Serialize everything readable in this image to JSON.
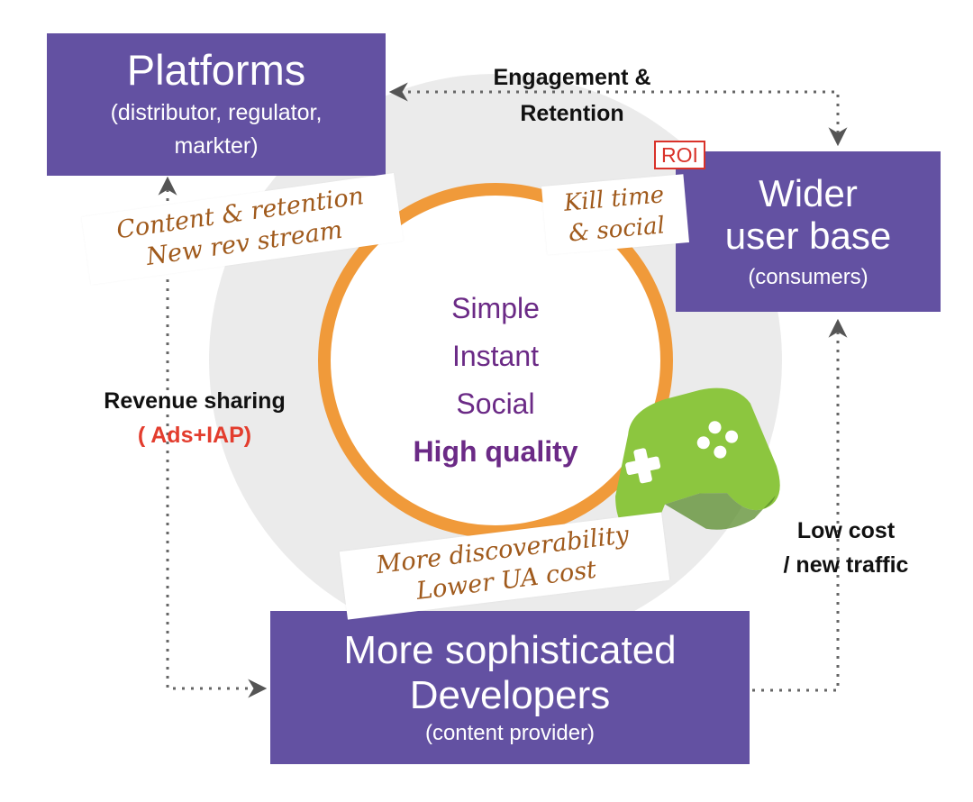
{
  "platforms": {
    "title": "Platforms",
    "subtitle_line1": "(distributor, regulator,",
    "subtitle_line2": "markter)"
  },
  "wider_user_base": {
    "title_line1": "Wider",
    "title_line2": "user base",
    "subtitle": "(consumers)"
  },
  "developers": {
    "title_line1": "More sophisticated",
    "title_line2": "Developers",
    "subtitle": "(content provider)"
  },
  "roi_tag": "ROI",
  "engagement": {
    "line1": "Engagement &",
    "line2": "Retention"
  },
  "revenue": {
    "line1": "Revenue sharing",
    "line2": "( Ads+IAP)"
  },
  "low_cost": {
    "line1": "Low cost",
    "line2": "/ new traffic"
  },
  "center_words": [
    "Simple",
    "Instant",
    "Social",
    "High quality"
  ],
  "notes": {
    "content": {
      "line1": "Content & retention",
      "line2": "New rev stream"
    },
    "kill_time": {
      "line1": "Kill time",
      "line2": "& social"
    },
    "discover": {
      "line1": "More discoverability",
      "line2": "Lower UA cost"
    }
  },
  "icons": {
    "gamepad": "gamepad-icon"
  },
  "colors": {
    "box_fill": "#6351a2",
    "ring": "#f09a3a",
    "background_circle": "#ebebeb",
    "center_text": "#6b2a86",
    "note_text": "#a05a1c",
    "accent_red": "#e33d2e",
    "gamepad_green": "#8cc63f"
  }
}
